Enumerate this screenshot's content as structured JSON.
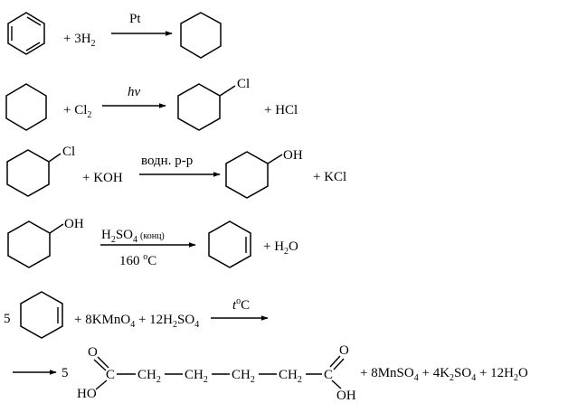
{
  "reactions": [
    {
      "plus_reagent": "+ 3H",
      "reagent_sub": "2",
      "arrow_label": "Pt"
    },
    {
      "plus_reagent": "+ Cl",
      "reagent_sub": "2",
      "arrow_label": "hv",
      "substituent": "Cl",
      "byproduct": "+ HCl"
    },
    {
      "reactant_substituent": "Cl",
      "plus_reagent": "+ KOH",
      "arrow_label": "водн. р-р",
      "substituent": "OH",
      "byproduct": "+ KCl"
    },
    {
      "reactant_substituent": "OH",
      "arrow_top_main": "H",
      "arrow_top_sub1": "2",
      "arrow_top_mid": "SO",
      "arrow_top_sub2": "4",
      "arrow_top_note": "(конц)",
      "arrow_bottom_num": "160 ",
      "arrow_bottom_sup": "o",
      "arrow_bottom_unit": "C",
      "byproduct_main": "+ H",
      "byproduct_sub": "2",
      "byproduct_end": "O"
    },
    {
      "coefficient": "5",
      "reagents_1": "+ 8KMnO",
      "reagents_1_sub": "4",
      "reagents_2": " + 12H",
      "reagents_2_sub1": "2",
      "reagents_2_mid": "SO",
      "reagents_2_sub2": "4",
      "arrow_italic": "t",
      "arrow_sup": "o",
      "arrow_unit": "C"
    },
    {
      "coefficient": "5",
      "product_chain": "CH — CH — CH — CH",
      "ch2_main": "CH",
      "ch2_sub": "2",
      "carbon": "C",
      "oxygen": "O",
      "hydroxyl": "HO",
      "hydroxyl_right": "OH",
      "products_1": "+ 8MnSO",
      "products_1_sub": "4",
      "products_2": " + 4K",
      "products_2_sub1": "2",
      "products_2_mid": "SO",
      "products_2_sub2": "4",
      "products_3": " + 12H",
      "products_3_sub": "2",
      "products_3_end": "O"
    }
  ]
}
